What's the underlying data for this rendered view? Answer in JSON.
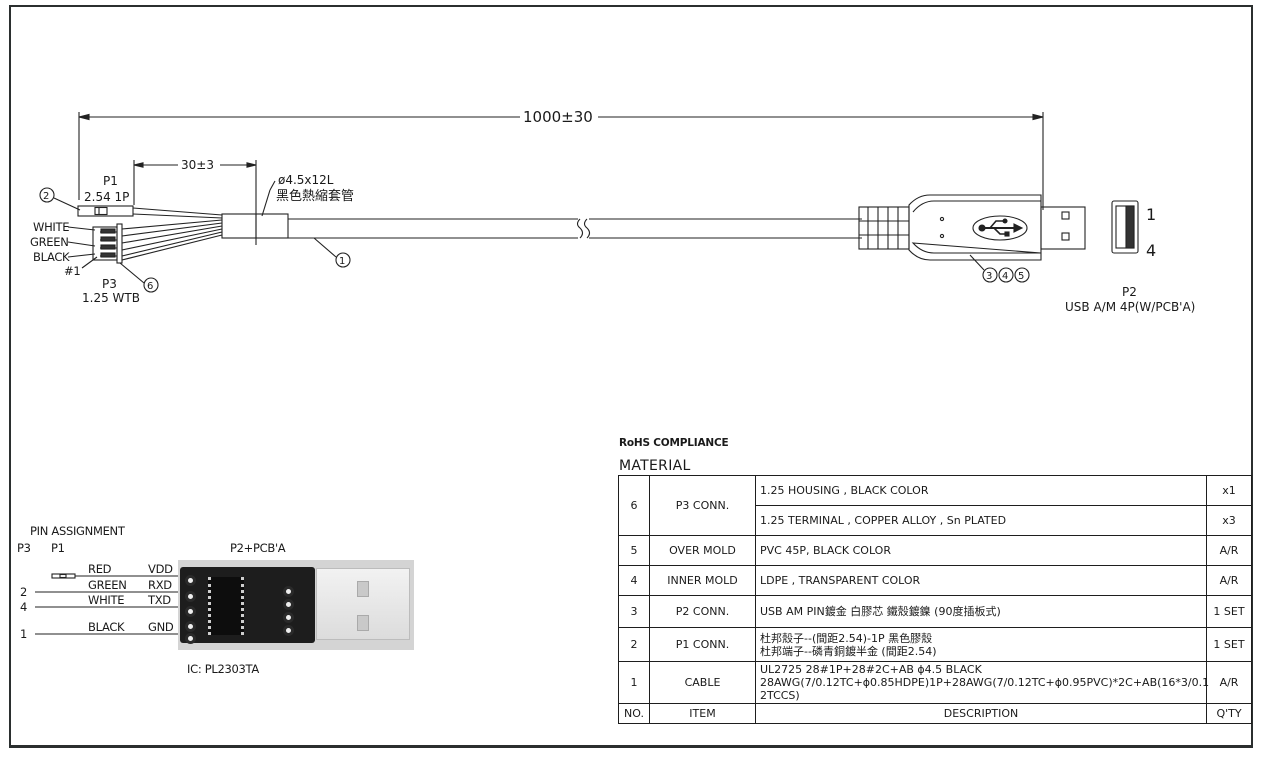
{
  "drawing": {
    "overall_length": "1000±30",
    "breakout_length": "30±3",
    "heat_shrink": {
      "spec": "ø4.5x12L",
      "description": "黑色熱縮套管"
    },
    "p1": {
      "name": "P1",
      "spec": "2.54  1P",
      "balloon": "2"
    },
    "p3": {
      "name": "P3",
      "spec": "1.25  WTB",
      "balloon": "6",
      "pin1_label": "#1",
      "wires": [
        "WHITE",
        "GREEN",
        "BLACK"
      ]
    },
    "cable_balloon": "1",
    "p2": {
      "name": "P2",
      "spec": "USB A/M  4P(W/PCB'A)",
      "balloons": [
        "3",
        "4",
        "5"
      ],
      "pin_top": "1",
      "pin_bottom": "4"
    }
  },
  "pin_assignment": {
    "title": "PIN ASSIGNMENT",
    "col_p3": "P3",
    "col_p1": "P1",
    "photo_title": "P2+PCB'A",
    "ic_label": "IC:  PL2303TA",
    "rows": [
      {
        "p3": "",
        "color": "RED",
        "signal": "VDD"
      },
      {
        "p3": "2",
        "color": "GREEN",
        "signal": "RXD"
      },
      {
        "p3": "4",
        "color": "WHITE",
        "signal": "TXD"
      },
      {
        "p3": "1",
        "color": "BLACK",
        "signal": "GND"
      }
    ]
  },
  "bom": {
    "rohs": "RoHS COMPLIANCE",
    "title": "MATERIAL",
    "header": {
      "no": "NO.",
      "item": "ITEM",
      "description": "DESCRIPTION",
      "qty": "Q'TY"
    },
    "rows": [
      {
        "no": "6",
        "item": "P3 CONN.",
        "lines": [
          {
            "desc": "1.25 HOUSING , BLACK COLOR",
            "qty": "x1"
          },
          {
            "desc": "1.25 TERMINAL , COPPER ALLOY , Sn PLATED",
            "qty": "x3"
          }
        ]
      },
      {
        "no": "5",
        "item": "OVER MOLD",
        "desc": "PVC 45P, BLACK COLOR",
        "qty": "A/R"
      },
      {
        "no": "4",
        "item": "INNER MOLD",
        "desc": "LDPE , TRANSPARENT COLOR",
        "qty": "A/R"
      },
      {
        "no": "3",
        "item": "P2 CONN.",
        "desc": "USB AM PIN鍍金  白膠芯  鐵殼鍍鎳  (90度插板式)",
        "qty": "1 SET"
      },
      {
        "no": "2",
        "item": "P1 CONN.",
        "desc1": "杜邦殼子--(間距2.54)-1P  黑色膠殼",
        "desc2": "杜邦端子--磷青銅鍍半金  (間距2.54)",
        "qty": "1 SET"
      },
      {
        "no": "1",
        "item": "CABLE",
        "desc1": "UL2725  28#1P+28#2C+AB  ϕ4.5  BLACK",
        "desc2": "28AWG(7/0.12TC+ϕ0.85HDPE)1P+28AWG(7/0.12TC+ϕ0.95PVC)*2C+AB(16*3/0.1",
        "desc3": "2TCCS)",
        "qty": "A/R"
      }
    ]
  }
}
